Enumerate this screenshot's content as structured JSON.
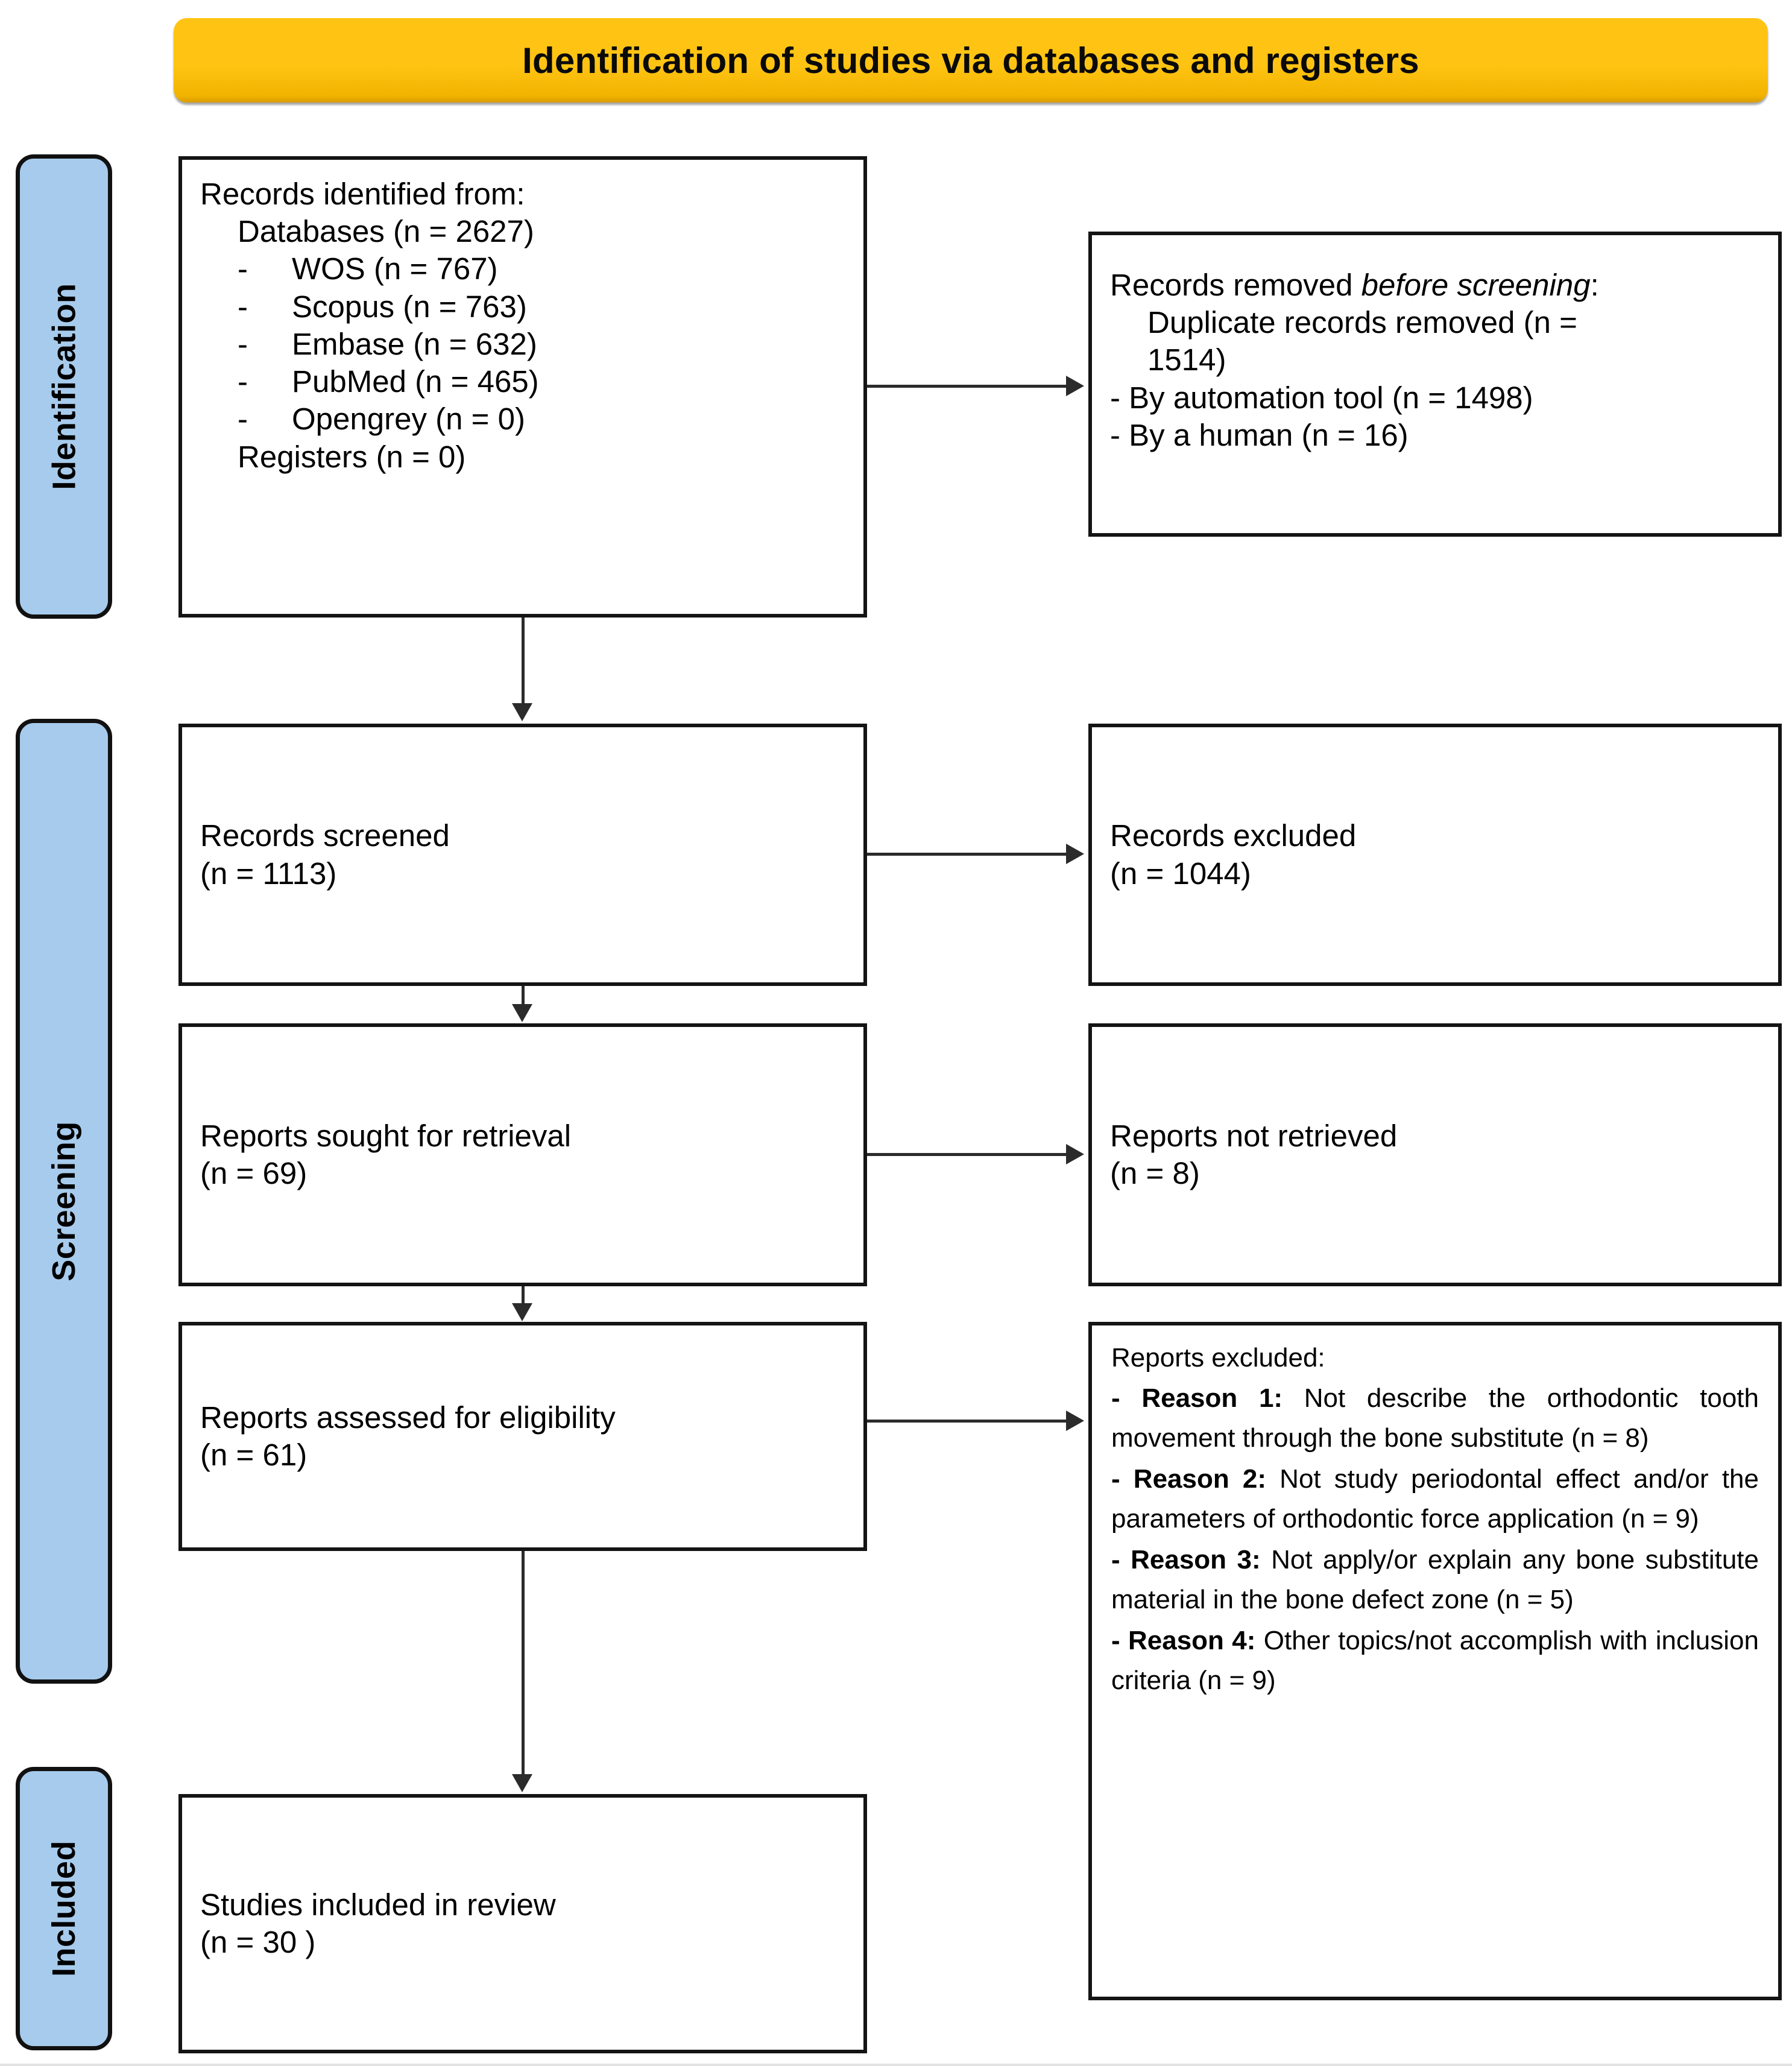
{
  "header": {
    "title": "Identification of studies via databases and registers",
    "accent_color": "#ffc413"
  },
  "phases": {
    "identification": "Identification",
    "screening": "Screening",
    "included": "Included",
    "chip_color": "#a7cbec"
  },
  "boxes": {
    "records_identified": {
      "title": "Records identified from:",
      "databases": "Databases (n = 2627)",
      "sources": [
        {
          "dash": "-",
          "label": "WOS (n = 767)"
        },
        {
          "dash": "-",
          "label": "Scopus (n = 763)"
        },
        {
          "dash": "-",
          "label": "Embase (n = 632)"
        },
        {
          "dash": "-",
          "label": "PubMed (n = 465)"
        },
        {
          "dash": "-",
          "label": "Opengrey (n = 0)"
        }
      ],
      "registers": "Registers (n = 0)"
    },
    "records_removed": {
      "title_plain": "Records removed ",
      "title_italic": "before screening",
      "title_colon": ":",
      "duplicate": "Duplicate records removed (n =",
      "duplicate_cont": "1514)",
      "automation": "- By automation tool (n = 1498)",
      "human": "- By a human (n = 16)"
    },
    "records_screened": {
      "title": "Records screened",
      "count": "(n = 1113)"
    },
    "records_excluded": {
      "title": "Records excluded",
      "count": "(n = 1044)"
    },
    "reports_sought": {
      "title": "Reports sought for retrieval",
      "count": "(n = 69)"
    },
    "reports_not_retrieved": {
      "title": "Reports not retrieved",
      "count": "(n = 8)"
    },
    "reports_assessed": {
      "title": "Reports assessed for eligibility",
      "count": "(n = 61)"
    },
    "reports_excluded": {
      "title": "Reports excluded:",
      "reasons": [
        {
          "label": "- Reason 1:",
          "text": " Not describe the orthodontic tooth movement through the bone substitute (n = 8)"
        },
        {
          "label": "- Reason 2:",
          "text": " Not study periodontal effect and/or the parameters of orthodontic force application (n = 9)"
        },
        {
          "label": "- Reason 3:",
          "text": " Not apply/or explain any bone substitute material in the bone defect zone (n = 5)"
        },
        {
          "label": "- Reason 4:",
          "text": " Other topics/not accomplish with inclusion criteria (n = 9)"
        }
      ]
    },
    "studies_included": {
      "title": "Studies included in review",
      "count": "(n = 30 )"
    }
  }
}
